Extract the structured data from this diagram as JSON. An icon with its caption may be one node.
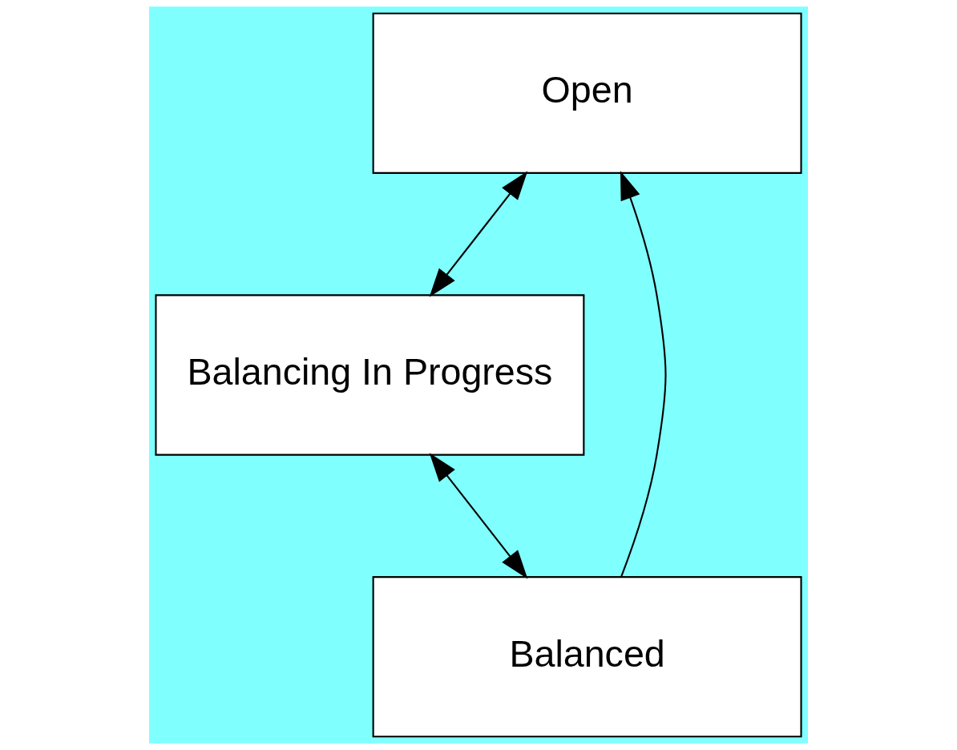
{
  "diagram": {
    "nodes": [
      {
        "text": [
          "Open"
        ]
      },
      {
        "text": [
          "Balancing In Progress"
        ]
      },
      {
        "text": [
          "Balanced"
        ]
      }
    ],
    "edges": [
      {
        "from": 0,
        "to": 1,
        "arrow": "both"
      },
      {
        "from": 1,
        "to": 2,
        "arrow": "both"
      },
      {
        "from": 2,
        "to": 0,
        "arrow": "to"
      }
    ]
  }
}
